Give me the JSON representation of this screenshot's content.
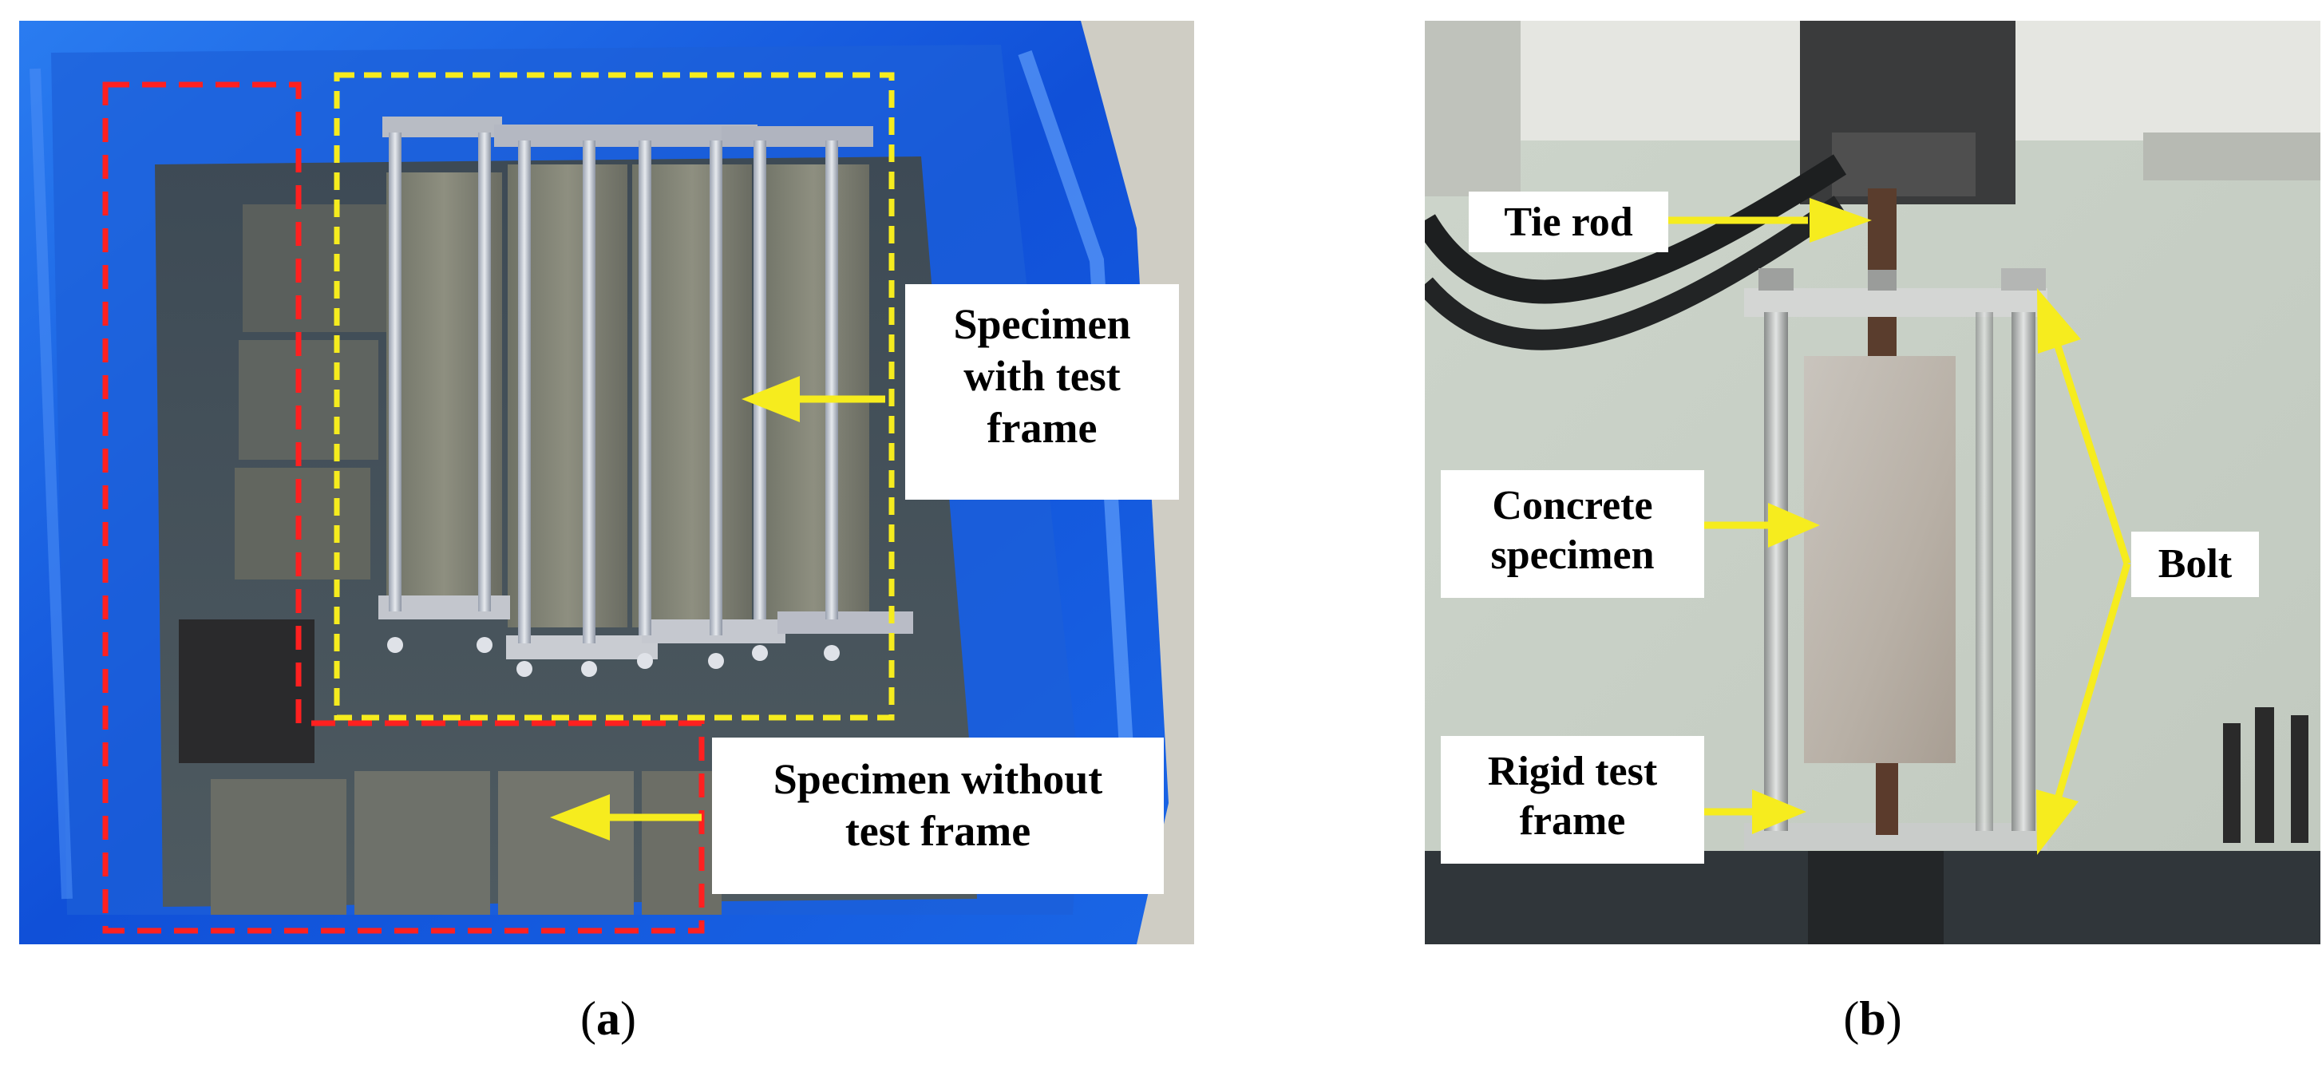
{
  "figure": {
    "panel_a": {
      "labels": {
        "with_frame": "Specimen\nwith test\nframe",
        "without_frame": "Specimen without\ntest frame"
      },
      "caption": {
        "open": "(",
        "letter": "a",
        "close": ")"
      },
      "colors": {
        "container": "#1565e0",
        "red_box": "#ff2020",
        "yellow_box": "#f6ec1e",
        "arrow": "#f6ec1e"
      }
    },
    "panel_b": {
      "labels": {
        "tie_rod": "Tie rod",
        "concrete": "Concrete\nspecimen",
        "bolt": "Bolt",
        "rigid_frame": "Rigid test\nframe"
      },
      "caption": {
        "open": "(",
        "letter": "b",
        "close": ")"
      },
      "colors": {
        "arrow": "#f6ec1e",
        "wall": "#cfd6cc",
        "frame": "#c9ccc8"
      }
    }
  }
}
